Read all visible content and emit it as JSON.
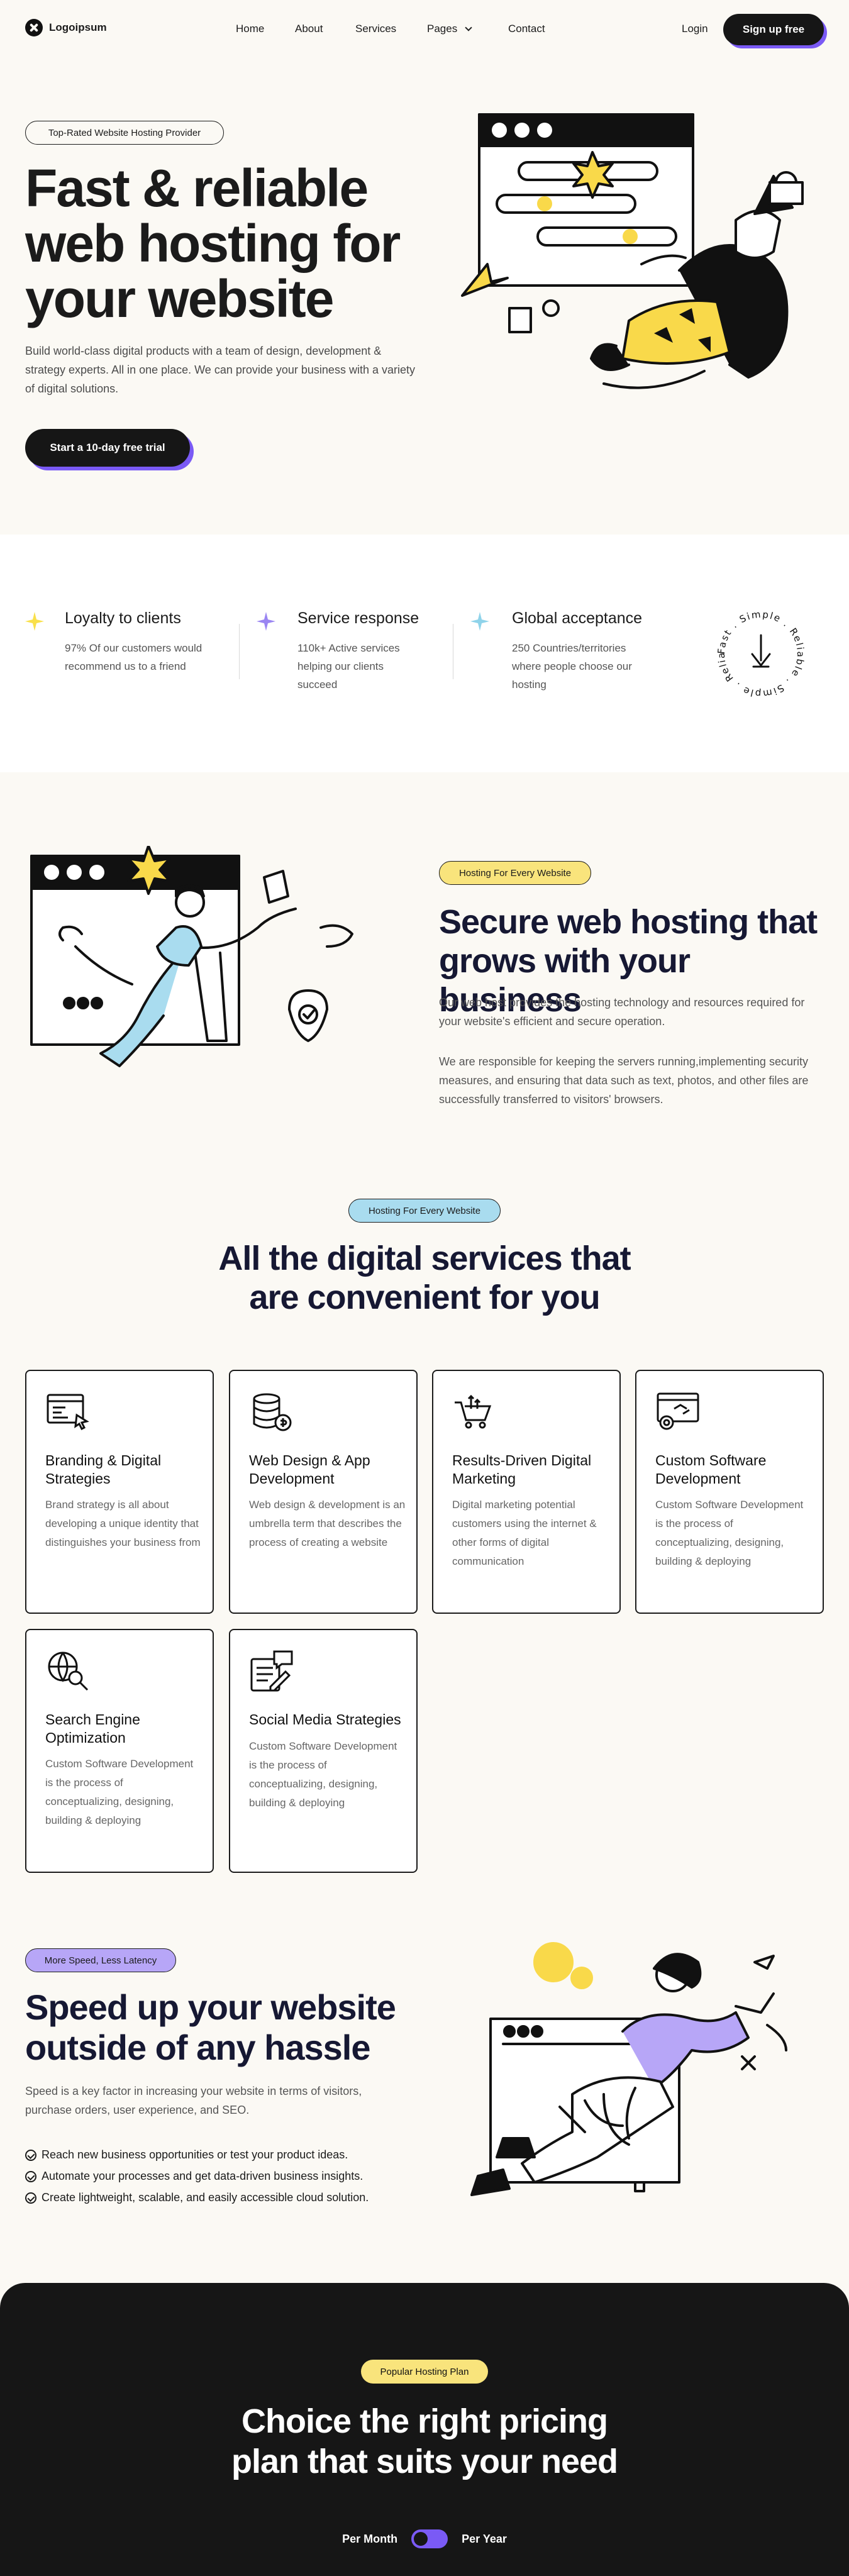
{
  "nav": {
    "logo": "Logoipsum",
    "links": [
      "Home",
      "About",
      "Services",
      "Pages",
      "Contact"
    ],
    "login": "Login",
    "signup": "Sign up free"
  },
  "hero": {
    "pill": "Top-Rated Website Hosting Provider",
    "title": "Fast & reliable web hosting for your website",
    "description": "Build world-class digital products with a team of design, development & strategy experts. All in one place. We can provide your business with a variety of digital solutions.",
    "cta": "Start a 10-day free trial"
  },
  "features": [
    {
      "title": "Loyalty to clients",
      "text": "97% Of our customers would recommend us to a friend",
      "color": "#f9e04b"
    },
    {
      "title": "Service response",
      "text": "110k+ Active services helping our clients succeed",
      "color": "#9a85f2"
    },
    {
      "title": "Global acceptance",
      "text": "250 Countries/territories where people choose our hosting",
      "color": "#8fd3ea"
    }
  ],
  "badge": {
    "text": "Fast . Simple . Reliable . Simple . Reliable ."
  },
  "secure": {
    "pill": "Hosting For Every Website",
    "title": "Secure web hosting that grows with your business",
    "p1": "Our web host provides the hosting technology and resources required for your website's efficient and secure operation.",
    "p2": "We are responsible for keeping the servers running,implementing security measures, and ensuring that data such as text, photos, and other files are successfully transferred to visitors' browsers."
  },
  "services": {
    "pill": "Hosting For Every Website",
    "title": "All the digital services that are convenient for you",
    "cards": [
      {
        "icon": "browser-cursor-icon",
        "title": "Branding & Digital Strategies",
        "text": "Brand strategy is all about developing a unique identity that distinguishes your business from"
      },
      {
        "icon": "database-coin-icon",
        "title": "Web Design & App Development",
        "text": "Web design & development is an umbrella term that describes the process of creating a website"
      },
      {
        "icon": "cart-growth-icon",
        "title": "Results-Driven Digital Marketing",
        "text": "Digital marketing potential customers using the internet & other forms of digital communication"
      },
      {
        "icon": "window-gear-icon",
        "title": "Custom Software Development",
        "text": "Custom Software Development is the process of conceptualizing, designing, building & deploying"
      },
      {
        "icon": "globe-search-icon",
        "title": "Search Engine Optimization",
        "text": "Custom Software Development is the process of conceptualizing, designing, building & deploying"
      },
      {
        "icon": "chat-document-icon",
        "title": "Social Media Strategies",
        "text": "Custom Software Development is the process of conceptualizing, designing, building & deploying"
      }
    ]
  },
  "speed": {
    "pill": "More Speed, Less Latency",
    "title": "Speed up your website outside of any hassle",
    "description": "Speed is a key factor in increasing your website in terms of visitors, purchase orders, user experience, and SEO.",
    "checks": [
      "Reach new business opportunities or test your product ideas.",
      "Automate your processes and get data-driven business insights.",
      "Create lightweight, scalable, and easily accessible cloud solution."
    ]
  },
  "pricing": {
    "pill": "Popular Hosting Plan",
    "title": "Choice the right pricing plan that suits your need",
    "per_month": "Per Month",
    "per_year": "Per Year"
  },
  "colors": {
    "accent": "#7a5af5",
    "yellow": "#f9e47c",
    "blue": "#a9dcef",
    "dark": "#161616"
  }
}
